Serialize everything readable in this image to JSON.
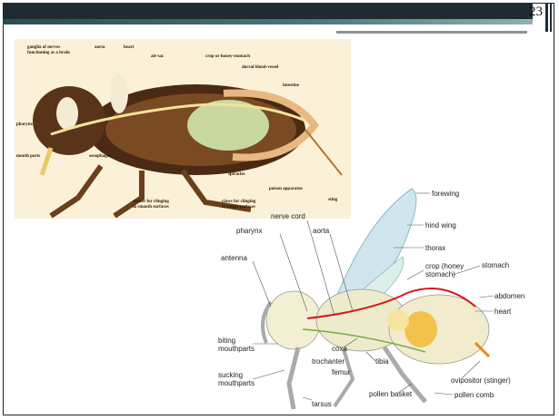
{
  "slide": {
    "page_number": "23"
  },
  "figure_top": {
    "labels": {
      "ganglia": "ganglia of nerves",
      "ganglia2": "functioning as a brain",
      "aorta": "aorta",
      "heart": "heart",
      "air_sac": "air-sac",
      "crop": "crop or honey-stomach",
      "dorsal": "dorsal blood-vessel",
      "intestine": "intestine",
      "pharynx": "pharynx",
      "mouth_parts": "mouth parts",
      "oesophagus": "oesophagus",
      "spiracles": "spiracles",
      "poison": "poison apparatus",
      "sting": "sting",
      "sucker": "sucker for clinging",
      "sucker2": "to smooth surfaces",
      "claws": "claws for clinging",
      "claws2": "to rough surfaces"
    }
  },
  "figure_bottom": {
    "labels": {
      "forewing": "forewing",
      "hind_wing": "hind wing",
      "nerve_cord": "nerve cord",
      "pharynx": "pharynx",
      "aorta": "aorta",
      "thorax": "thorax",
      "crop": "crop (honey",
      "crop2": "stomach)",
      "stomach": "stomach",
      "antenna": "antenna",
      "abdomen": "abdomen",
      "heart": "heart",
      "biting": "biting",
      "biting2": "mouthparts",
      "coxa": "coxa",
      "trochanter": "trochanter",
      "femur": "femur",
      "tibia": "tibia",
      "sucking": "sucking",
      "sucking2": "mouthparts",
      "ovipositor": "ovipositor (stinger)",
      "pollen_basket": "pollen basket",
      "pollen_comb": "pollen comb",
      "tarsus": "tarsus"
    }
  }
}
